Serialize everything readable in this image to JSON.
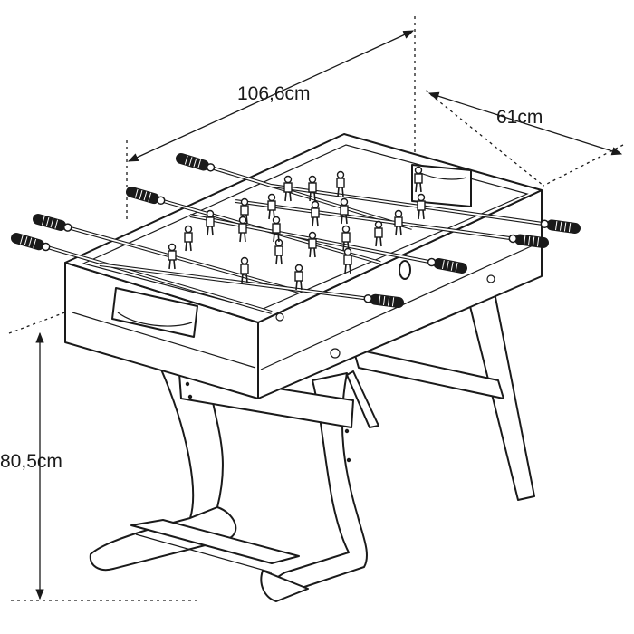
{
  "diagram": {
    "dimensions": {
      "length_label": "106,6cm",
      "width_label": "61cm",
      "height_label": "80,5cm"
    },
    "colors": {
      "line": "#1a1a1a",
      "background": "#ffffff",
      "handle": "#1a1a1a"
    },
    "icons": {
      "arrowhead": "arrow-head-icon",
      "handle": "foosball-handle-icon",
      "player": "foosball-player-icon"
    }
  }
}
